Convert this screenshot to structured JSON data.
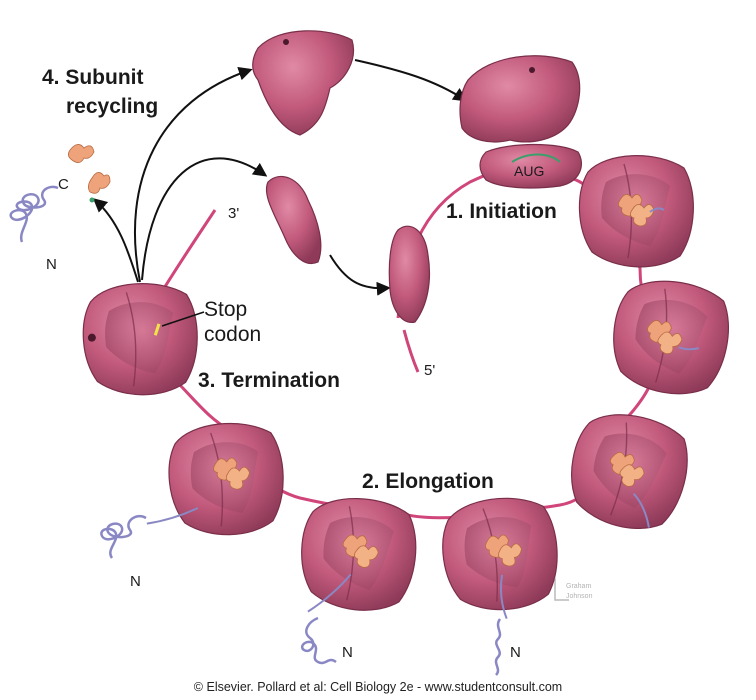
{
  "steps": {
    "recycling_line1": "4. Subunit",
    "recycling_line2": "recycling",
    "initiation": "1. Initiation",
    "elongation": "2. Elongation",
    "termination": "3. Termination"
  },
  "labels": {
    "aug": "AUG",
    "three_prime": "3'",
    "five_prime": "5'",
    "stop_line1": "Stop",
    "stop_line2": "codon",
    "c_terminus": "C",
    "n_terminus": "N",
    "signature_line1": "Graham",
    "signature_line2": "Johnson"
  },
  "caption": "© Elsevier. Pollard et al: Cell Biology 2e - www.studentconsult.com",
  "colors": {
    "ribosome": "#c25a7c",
    "ribosome_dark": "#8e3a58",
    "mrna": "#d0457a",
    "protein": "#8a88c4",
    "trna": "#e89a6a",
    "arrow": "#111111"
  }
}
